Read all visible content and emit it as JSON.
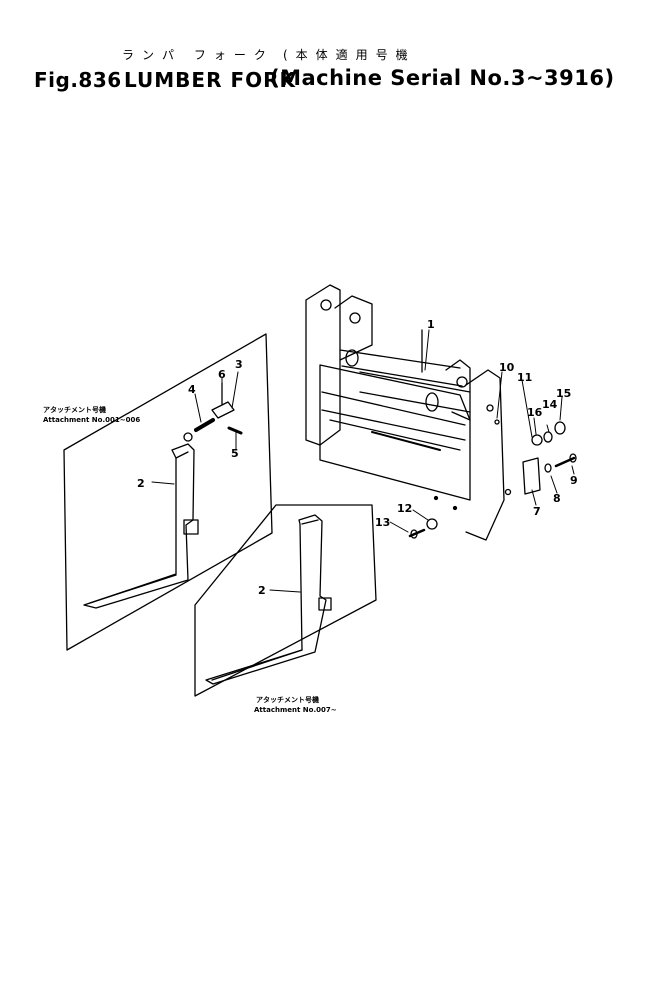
{
  "header": {
    "japanese_name": "ランパ フォーク",
    "japanese_serial": "(本体適用号機",
    "figure_number": "Fig.836",
    "part_name": "LUMBER FORK",
    "serial_range": "(Machine Serial No.3~3916)"
  },
  "attachment_box_1": {
    "japanese_label": "アタッチメント号機",
    "label": "Attachment No.001~006"
  },
  "attachment_box_2": {
    "japanese_label": "アタッチメント号機",
    "label": "Attachment No.007~"
  },
  "callouts": {
    "c1": "1",
    "c2a": "2",
    "c2b": "2",
    "c3": "3",
    "c4": "4",
    "c5": "5",
    "c6": "6",
    "c7": "7",
    "c8": "8",
    "c9": "9",
    "c10": "10",
    "c11": "11",
    "c12": "12",
    "c13": "13",
    "c14": "14",
    "c15": "15",
    "c16": "16"
  }
}
